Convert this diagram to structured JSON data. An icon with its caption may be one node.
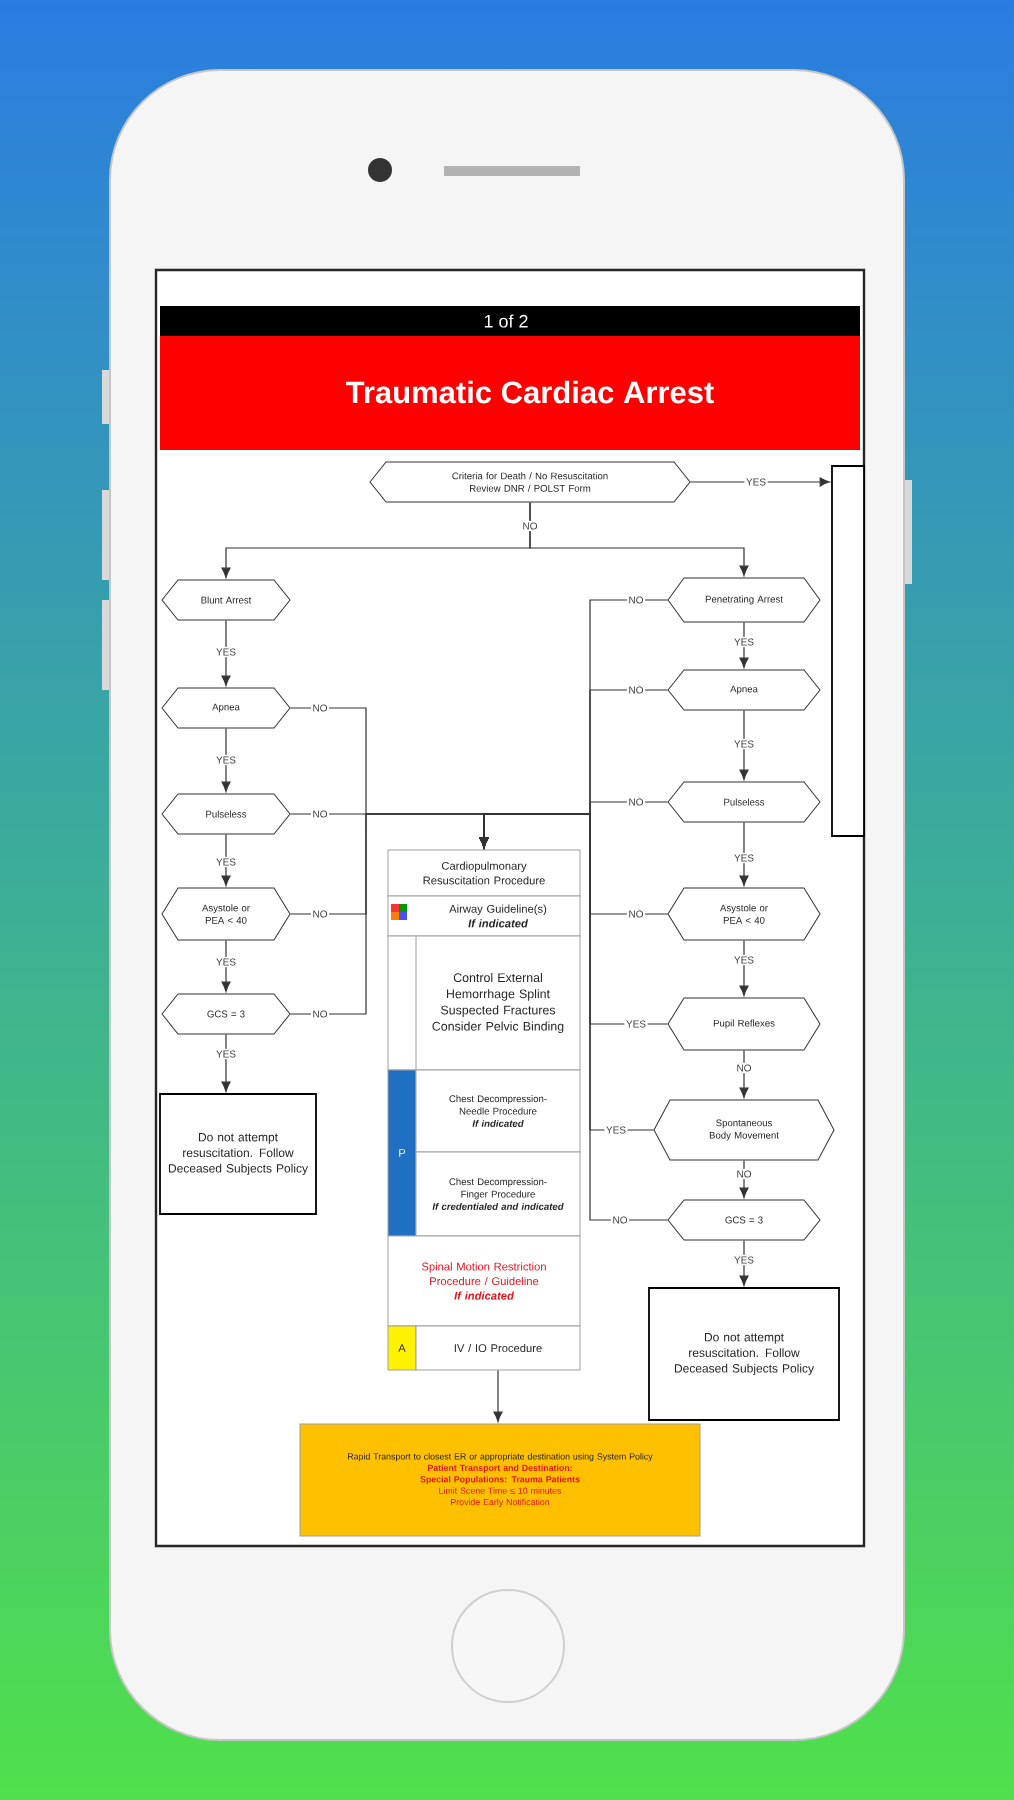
{
  "diagram": {
    "title": "Traumatic Cardiac Arrest",
    "nodes": [
      {
        "text": [
          "Criteria for Death / No Resuscitation Review DNR / POLST Form"
        ]
      },
      {
        "text": [
          "Blunt Arrest"
        ]
      },
      {
        "text": [
          "Apnea"
        ]
      },
      {
        "text": [
          "Pulseless"
        ]
      },
      {
        "text": [
          "Asystole or PEA < 40"
        ]
      },
      {
        "text": [
          "GCS = 3"
        ]
      },
      {
        "text": [
          "Do not attempt resuscitation. Follow Deceased Subjects Policy"
        ]
      },
      {
        "text": [
          "Penetrating Arrest"
        ]
      },
      {
        "text": [
          "Apnea"
        ]
      },
      {
        "text": [
          "Pulseless"
        ]
      },
      {
        "text": [
          "Asystole or PEA < 40"
        ]
      },
      {
        "text": [
          "Pupil Reflexes"
        ]
      },
      {
        "text": [
          "Spontaneous Body Movement"
        ]
      },
      {
        "text": [
          "GCS = 3"
        ]
      },
      {
        "text": [
          "Do not attempt resuscitation. Follow Deceased Subjects Policy"
        ]
      },
      {
        "text": [
          "Cardiopulmonary Resuscitation Procedure"
        ]
      },
      {
        "text": [
          "Airway Guideline(s)",
          "If indicated"
        ]
      },
      {
        "text": [
          "Control External Hemorrhage Splint Suspected Fractures Consider Pelvic Binding"
        ]
      },
      {
        "text": [
          "P"
        ]
      },
      {
        "text": [
          "Chest Decompression-Needle Procedure",
          "If indicated"
        ]
      },
      {
        "text": [
          "Chest Decompression-Finger Procedure",
          "If credentialed and indicated"
        ]
      },
      {
        "text": [
          "Spinal Motion Restriction Procedure / Guideline",
          "If indicated"
        ]
      },
      {
        "text": [
          "A"
        ]
      },
      {
        "text": [
          "IV / IO Procedure"
        ]
      },
      {
        "text": [
          "Rapid Transport to closest ER or appropriate destination using System Policy",
          "Patient Transport and Destination:",
          "Special Populations: Trauma Patients",
          "Limit Scene Time ≤ 10 minutes",
          "Provide Early Notification"
        ]
      },
      {
        "text": [],
        "shape": "box"
      }
    ],
    "edges": [
      {
        "from": 0,
        "to": 25,
        "arrow": "to",
        "label": "YES"
      },
      {
        "from": 0,
        "to": 1,
        "arrow": "to",
        "label": "NO"
      },
      {
        "from": 0,
        "to": 7,
        "arrow": "to"
      },
      {
        "from": 1,
        "to": 2,
        "arrow": "to",
        "label": "YES"
      },
      {
        "from": 2,
        "to": 3,
        "arrow": "to",
        "label": "YES"
      },
      {
        "from": 3,
        "to": 4,
        "arrow": "to",
        "label": "YES"
      },
      {
        "from": 4,
        "to": 5,
        "arrow": "to",
        "label": "YES"
      },
      {
        "from": 5,
        "to": 6,
        "arrow": "to",
        "label": "YES"
      },
      {
        "from": 2,
        "to": 15,
        "arrow": "to",
        "label": "NO"
      },
      {
        "from": 3,
        "to": 15,
        "arrow": "to",
        "label": "NO"
      },
      {
        "from": 4,
        "to": 15,
        "arrow": "to",
        "label": "NO"
      },
      {
        "from": 5,
        "to": 15,
        "arrow": "to",
        "label": "NO"
      },
      {
        "from": 7,
        "to": 8,
        "arrow": "to",
        "label": "YES"
      },
      {
        "from": 8,
        "to": 9,
        "arrow": "to",
        "label": "YES"
      },
      {
        "from": 9,
        "to": 10,
        "arrow": "to",
        "label": "YES"
      },
      {
        "from": 10,
        "to": 11,
        "arrow": "to",
        "label": "YES"
      },
      {
        "from": 11,
        "to": 12,
        "arrow": "to",
        "label": "NO"
      },
      {
        "from": 12,
        "to": 13,
        "arrow": "to",
        "label": "NO"
      },
      {
        "from": 13,
        "to": 14,
        "arrow": "to",
        "label": "YES"
      },
      {
        "from": 7,
        "to": 15,
        "arrow": "to",
        "label": "NO"
      },
      {
        "from": 8,
        "to": 15,
        "arrow": "to",
        "label": "NO"
      },
      {
        "from": 9,
        "to": 15,
        "arrow": "to",
        "label": "NO"
      },
      {
        "from": 10,
        "to": 15,
        "arrow": "to",
        "label": "NO"
      },
      {
        "from": 11,
        "to": 15,
        "arrow": "to",
        "label": "YES"
      },
      {
        "from": 12,
        "to": 15,
        "arrow": "to",
        "label": "YES"
      },
      {
        "from": 13,
        "to": 15,
        "arrow": "to",
        "label": "NO"
      },
      {
        "from": 23,
        "to": 24,
        "arrow": "to"
      }
    ],
    "labels": [
      "1 of 2"
    ]
  }
}
